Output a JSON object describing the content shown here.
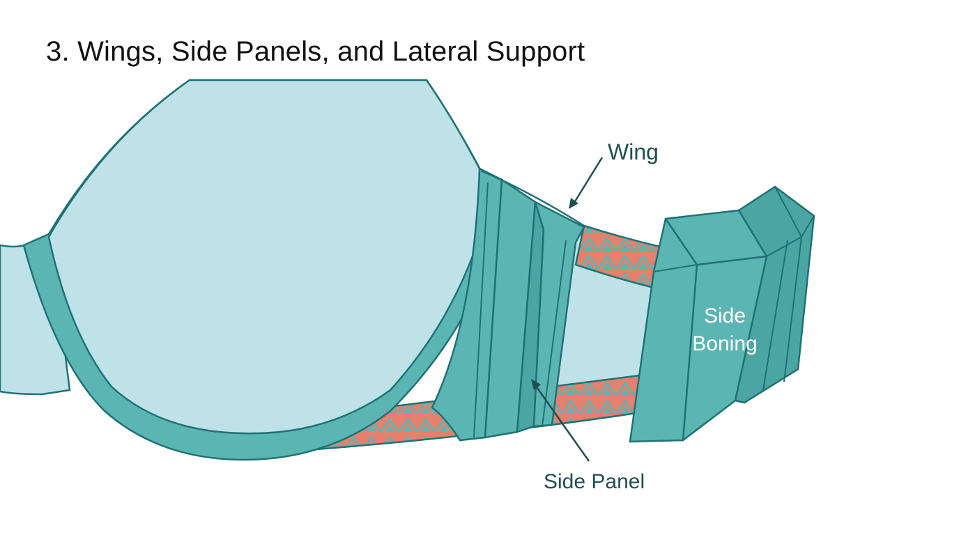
{
  "title": "3. Wings, Side Panels, and Lateral Support",
  "labels": {
    "wing": "Wing",
    "side_panel": "Side Panel",
    "side_boning_line1": "Side",
    "side_boning_line2": "Boning"
  },
  "colors": {
    "fabric_light": "#bfe2e8",
    "fabric_teal": "#5bb5b3",
    "fabric_teal_dark": "#4aa5a3",
    "outline": "#1e7275",
    "elastic_coral": "#e4806c",
    "label_text": "#1f4e52",
    "boning_text": "#ffffff"
  }
}
